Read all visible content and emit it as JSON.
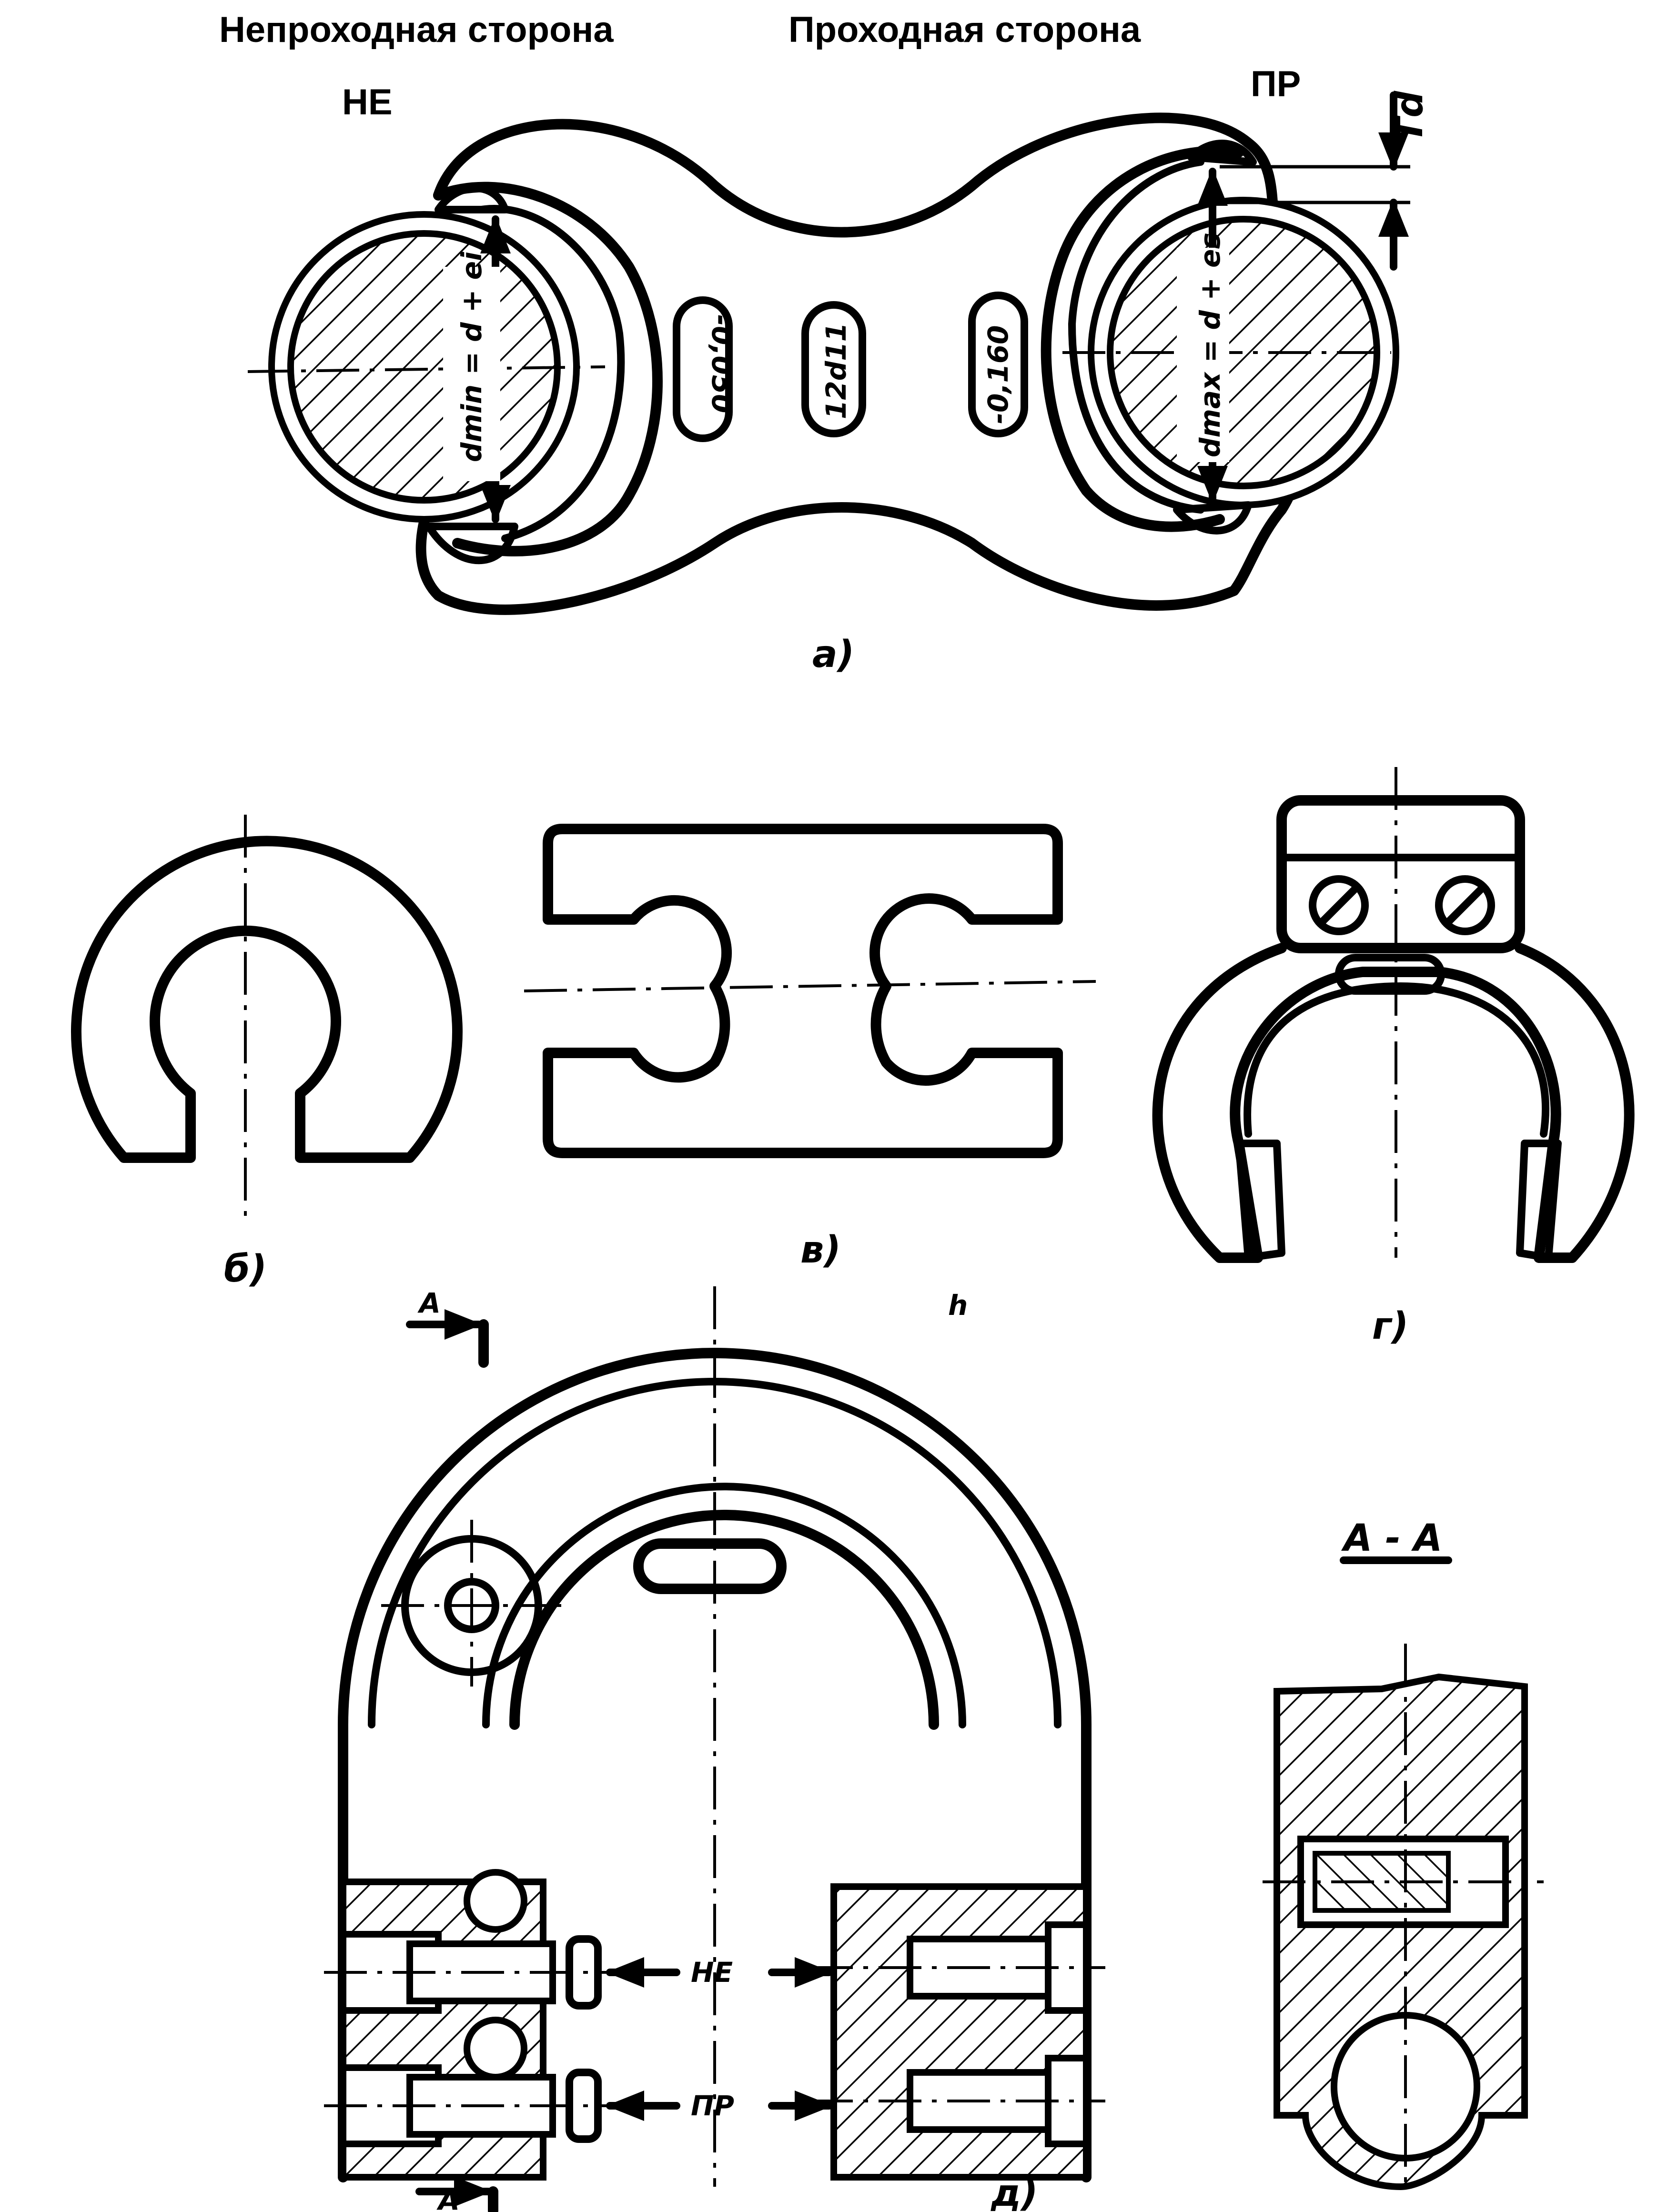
{
  "header": {
    "no_go_side": "Непроходная сторона",
    "go_side": "Проходная  сторона",
    "no_go_mark": "НЕ",
    "go_mark": "ПР"
  },
  "figure_a": {
    "caption": "а)",
    "tolerance_label": "Td",
    "dim_min": "dmin = d + ei",
    "dim_max": "dmax = d + es",
    "mark_left": "-0,050",
    "mark_center": "12d11",
    "mark_right": "-0,160"
  },
  "figure_b": {
    "caption": "б)"
  },
  "figure_v": {
    "caption": "в)"
  },
  "figure_g": {
    "caption": "г)"
  },
  "figure_d": {
    "caption": "д)",
    "section_mark_top": "А",
    "section_mark_bottom": "А",
    "label_ne": "НЕ",
    "label_pr": "ПР",
    "section_title": "А - А"
  },
  "stray_mark": "ℎ",
  "colors": {
    "ink": "#000000",
    "paper": "#ffffff"
  }
}
